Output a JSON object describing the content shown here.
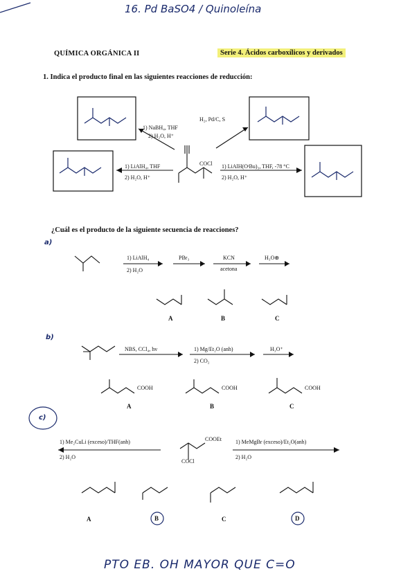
{
  "handwritten": {
    "top_note": "16. Pd BaSO4 / Quinoleína",
    "bottom_note": "PTO EB. OH MAYOR QUE C=O"
  },
  "header": {
    "course": "QUÍMICA ORGÁNICA II",
    "series": "Serie 4. Ácidos carboxílicos y derivados"
  },
  "q1": {
    "text": "1. Indica el producto final en las siguientes reacciones de reducción:",
    "reagents": {
      "nabh4": [
        "1) NaBH₄, THF",
        "2) H₂O, H⁺"
      ],
      "h2pd": [
        "H₂, Pd/C, S"
      ],
      "lialh4": [
        "1) LiAlH₄, THF",
        "2) H₂O, H⁺"
      ],
      "lialh_otbu": [
        "1) LiAlH(OᵗBu)₃, THF, -78 °C",
        "2) H₂O, H⁺"
      ]
    },
    "center_label": "COCl"
  },
  "q2": {
    "text": "¿Cuál es el producto de la siguiente secuencia de reacciones?",
    "a": {
      "marker": "a)",
      "steps": [
        "1) LiAlH₄",
        "2) H₂O",
        "PBr₃",
        "KCN",
        "acetona",
        "H₃O⊕"
      ],
      "labels": [
        "A",
        "B",
        "C"
      ]
    },
    "b": {
      "marker": "b)",
      "steps": [
        "NBS, CCl₄, hv",
        "1) Mg/Et₂O (anh)",
        "2) CO₂",
        "H₃O⁺"
      ],
      "groups": [
        "COOH",
        "COOH",
        "COOH"
      ],
      "labels": [
        "A",
        "B",
        "C"
      ]
    },
    "c": {
      "marker": "c)",
      "left_steps": [
        "1) Me₂CuLi (exceso)/THF(anh)",
        "2) H₂O"
      ],
      "right_steps": [
        "1) MeMgBr (exceso)/Et₂O(anh)",
        "2) H₂O"
      ],
      "center": [
        "COOEt",
        "COCl"
      ],
      "labels": [
        "A",
        "B",
        "C",
        "D"
      ]
    }
  },
  "colors": {
    "highlight": "#f3f07a",
    "pen": "#1a2a6c"
  }
}
